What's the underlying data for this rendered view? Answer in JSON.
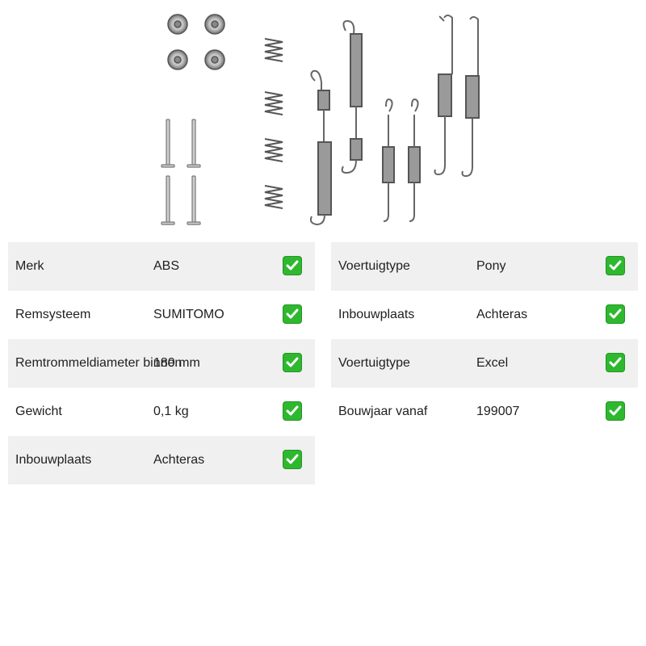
{
  "image": {
    "subject": "brake-shoe-accessory-kit-icon",
    "metal_color": "#8a8a8a"
  },
  "left_table": {
    "rows": [
      {
        "label": "Merk",
        "value": "ABS",
        "check": "check-mark-icon"
      },
      {
        "label": "Remsysteem",
        "value": "SUMITOMO",
        "check": "check-mark-icon"
      },
      {
        "label": "Remtrommeldiameter binnen",
        "value": "180 mm",
        "check": "check-mark-icon"
      },
      {
        "label": "Gewicht",
        "value": "0,1 kg",
        "check": "check-mark-icon"
      },
      {
        "label": "Inbouwplaats",
        "value": "Achteras",
        "check": "check-mark-icon"
      }
    ]
  },
  "right_table": {
    "rows": [
      {
        "label": "Voertuigtype",
        "value": "Pony",
        "check": "check-mark-icon"
      },
      {
        "label": "Inbouwplaats",
        "value": "Achteras",
        "check": "check-mark-icon"
      },
      {
        "label": "Voertuigtype",
        "value": "Excel",
        "check": "check-mark-icon"
      },
      {
        "label": "Bouwjaar vanaf",
        "value": "199007",
        "check": "check-mark-icon"
      }
    ]
  },
  "colors": {
    "row_shade": "#f0f0f0",
    "check_green": "#2eb82e"
  }
}
